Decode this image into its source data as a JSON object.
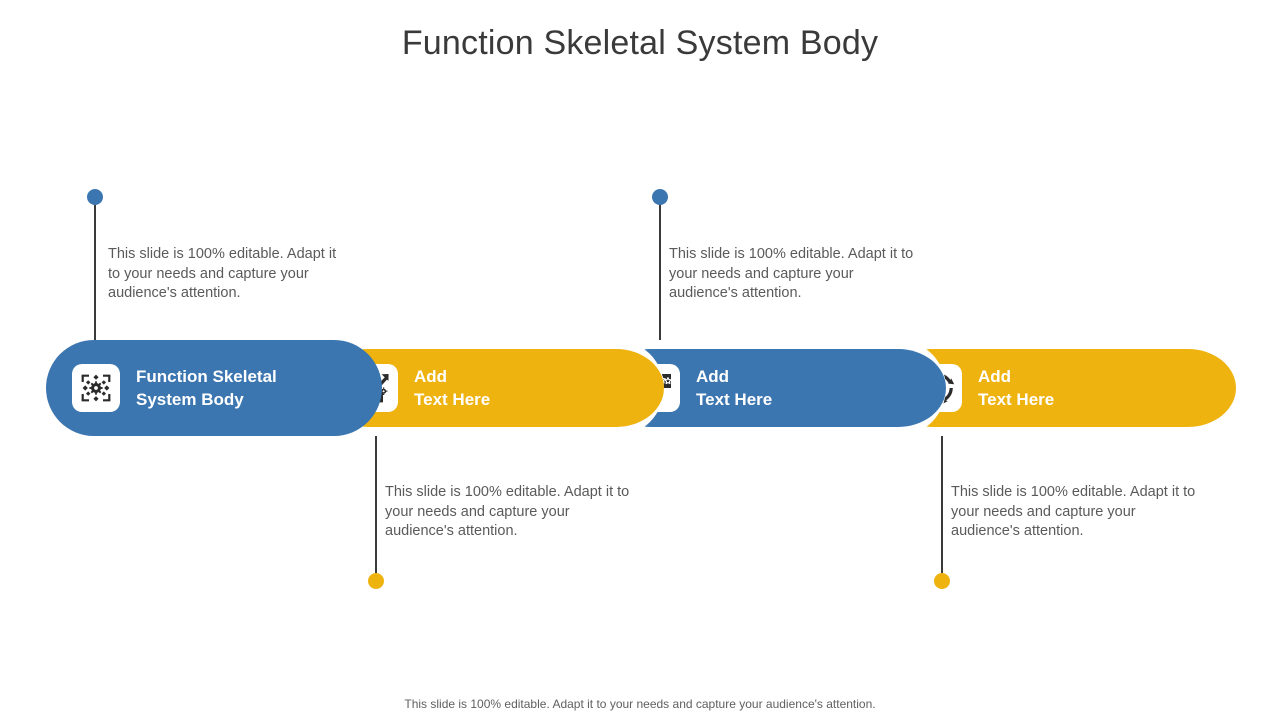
{
  "slide": {
    "title": "Function Skeletal System Body",
    "footer": "This slide is 100% editable. Adapt it to your needs and capture your audience's attention.",
    "colors": {
      "blue": "#3C76B0",
      "yellow": "#EFB310",
      "title_text": "#3a3a3a",
      "body_text": "#5a5a5a",
      "card_text": "#ffffff",
      "background": "#ffffff",
      "connector_line": "#3a3a3a"
    }
  },
  "body_text": "This slide is 100% editable. Adapt it to your needs and capture your audience's attention.",
  "cards": [
    {
      "index": 1,
      "color": "blue",
      "icon": "gear-in-brackets-icon",
      "label": "Function Skeletal\nSystem Body",
      "label_line1": "Function Skeletal",
      "label_line2": "System Body",
      "connector": "up",
      "dot_color": "#3C76B0"
    },
    {
      "index": 2,
      "color": "yellow",
      "icon": "growth-chart-gears-icon",
      "label": "Add\nText Here",
      "label_line1": "Add",
      "label_line2": "Text Here",
      "connector": "down",
      "dot_color": "#EFB310"
    },
    {
      "index": 3,
      "color": "blue",
      "icon": "thumbs-up-rating-icon",
      "label": "Add\nText Here",
      "label_line1": "Add",
      "label_line2": "Text Here",
      "connector": "up",
      "dot_color": "#3C76B0"
    },
    {
      "index": 4,
      "color": "yellow",
      "icon": "gear-refresh-cycle-icon",
      "label": "Add\nText Here",
      "label_line1": "Add",
      "label_line2": "Text Here",
      "connector": "down",
      "dot_color": "#EFB310"
    }
  ],
  "descriptions": [
    {
      "position": "top-left",
      "text": "This slide is 100% editable. Adapt it to your needs and capture your audience's attention."
    },
    {
      "position": "top-right",
      "text": "This slide is 100% editable. Adapt it to your needs and capture your audience's attention."
    },
    {
      "position": "bottom-left",
      "text": "This slide is 100% editable. Adapt it to your needs and capture your audience's attention."
    },
    {
      "position": "bottom-right",
      "text": "This slide is 100% editable. Adapt it to your needs and capture your audience's attention."
    }
  ]
}
